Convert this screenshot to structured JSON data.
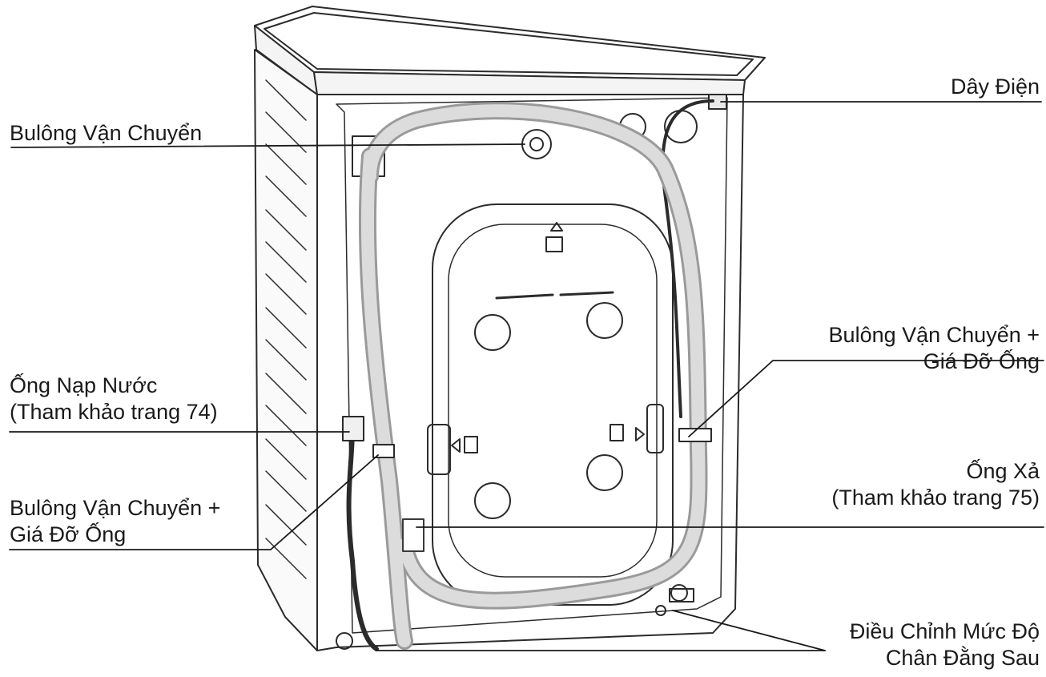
{
  "labels": {
    "power_cord": [
      "Dây Điện"
    ],
    "shipping_bolt_top": [
      "Bulông Vận Chuyển"
    ],
    "shipping_bolt_right": [
      "Bulông Vận Chuyển +",
      "Giá Đỡ Ống"
    ],
    "water_inlet_hose": [
      "Ống Nạp Nước",
      "(Tham khảo trang 74)"
    ],
    "shipping_bolt_left": [
      "Bulông Vận Chuyển +",
      "Giá Đỡ Ống"
    ],
    "drain_hose": [
      "Ống Xả",
      "(Tham khảo trang 75)"
    ],
    "rear_leveling_feet": [
      "Điều Chỉnh Mức Độ",
      "Chân Đằng Sau"
    ]
  }
}
